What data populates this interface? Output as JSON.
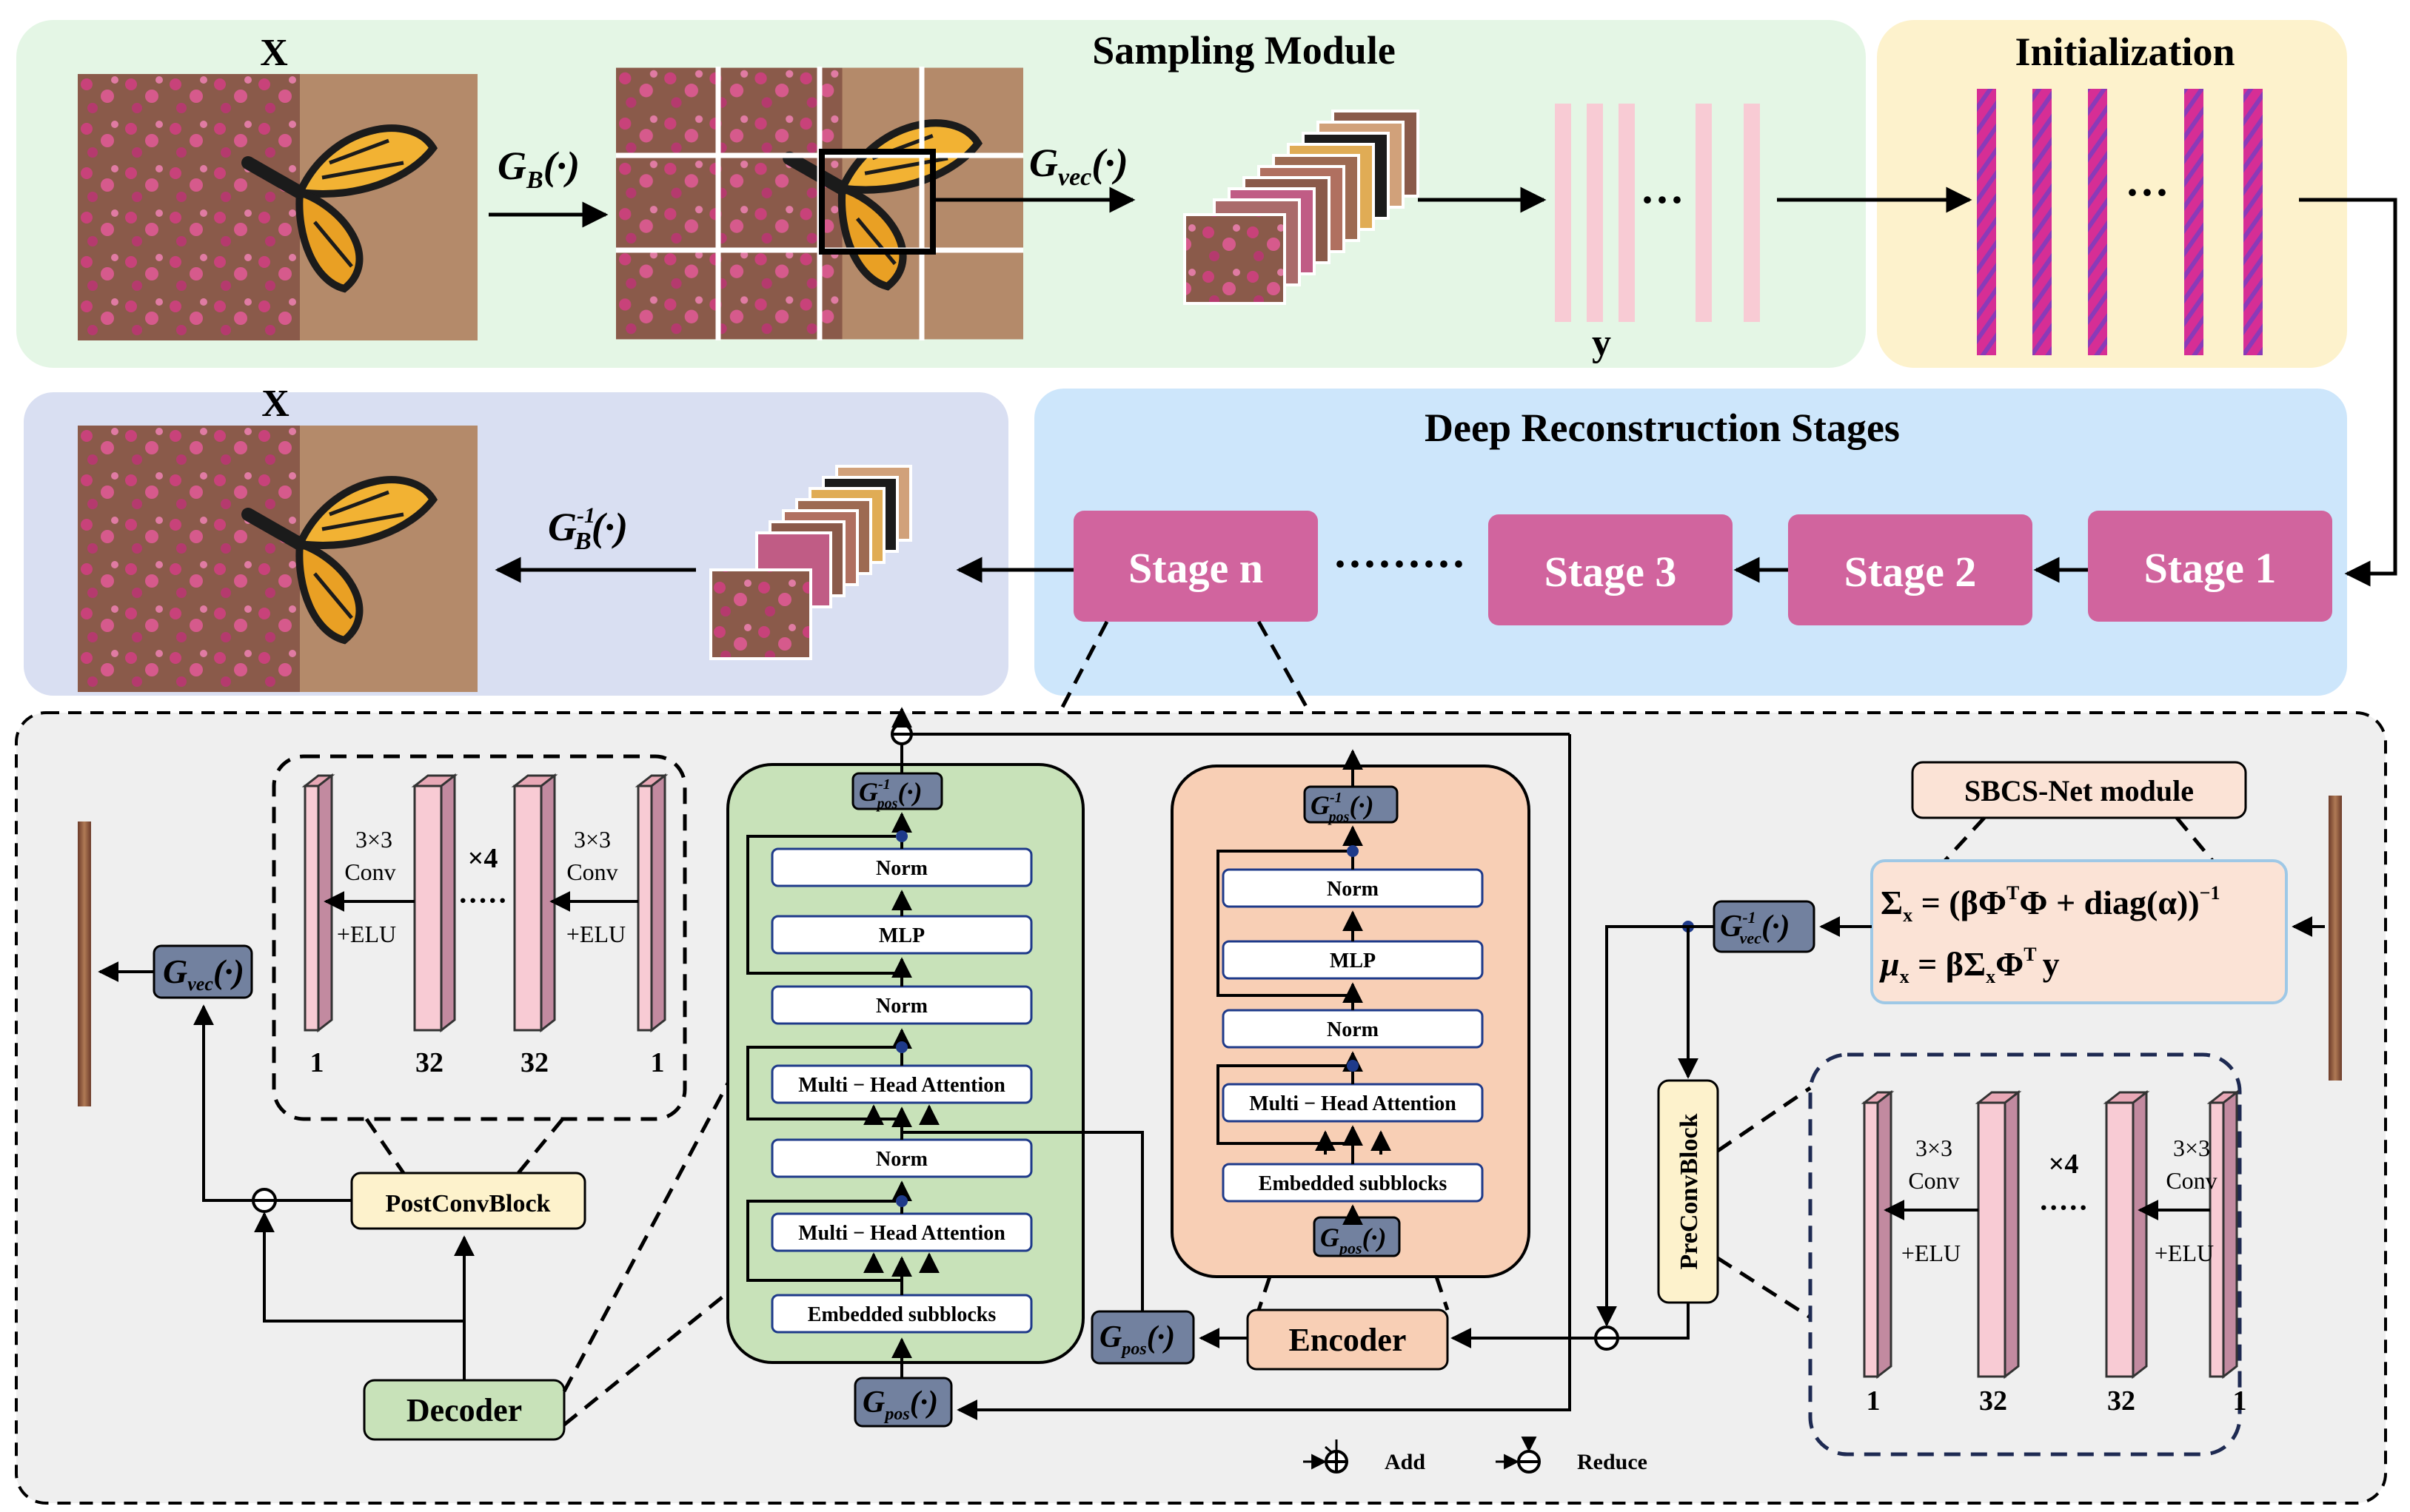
{
  "sampling": {
    "title": "Sampling Module",
    "x_label": "X",
    "gb": "G",
    "gb_sub": "B",
    "gb_arg": "(·)",
    "gvec": "G",
    "gvec_sub": "vec",
    "gvec_arg": "(·)",
    "y_label": "y",
    "dots": "···"
  },
  "init": {
    "title": "Initialization",
    "dots": "···"
  },
  "output": {
    "x_label": "X",
    "ginv": "G",
    "ginv_sub": "B",
    "ginv_sup": "-1",
    "ginv_arg": "(·)"
  },
  "recon": {
    "title": "Deep Reconstruction Stages",
    "stage_n": "Stage n",
    "stage_3": "Stage 3",
    "stage_2": "Stage 2",
    "stage_1": "Stage 1",
    "dots": "·········"
  },
  "postconv": {
    "conv": "3×3",
    "conv2": "Conv",
    "elu": "+ELU",
    "times": "×4",
    "dots": "·····",
    "ch": [
      "1",
      "32",
      "32",
      "1"
    ],
    "label": "PostConvBlock"
  },
  "decoder": {
    "label": "Decoder"
  },
  "gvec_left": {
    "g": "G",
    "sub": "vec",
    "arg": "(·)"
  },
  "green_block": {
    "top": "G",
    "top_sub": "pos",
    "top_sup": "-1",
    "top_arg": "(·)",
    "norm1": "Norm",
    "mlp": "MLP",
    "norm2": "Norm",
    "mha1": "Multi − Head  Attention",
    "norm3": "Norm",
    "mha2": "Multi − Head  Attention",
    "emb": "Embedded subblocks",
    "bottom": "G",
    "bottom_sub": "pos",
    "bottom_arg": "(·)"
  },
  "orange_block": {
    "top": "G",
    "top_sub": "pos",
    "top_sup": "-1",
    "top_arg": "(·)",
    "norm1": "Norm",
    "mlp": "MLP",
    "norm2": "Norm",
    "mha": "Multi − Head  Attention",
    "emb": "Embedded subblocks",
    "bottom": "G",
    "bottom_sub": "pos",
    "bottom_arg": "(·)"
  },
  "gpos_mid": {
    "g": "G",
    "sub": "pos",
    "arg": "(·)"
  },
  "encoder": {
    "label": "Encoder"
  },
  "sbcs": {
    "label": "SBCS-Net module",
    "eq1": "Σ",
    "eq1_sub": "x",
    "eq1_rest": " = (βΦ",
    "eq1_T": "T",
    "eq1_rest2": "Φ + diag(α))",
    "eq1_inv": "−1",
    "eq2": "μ",
    "eq2_sub": "x",
    "eq2_rest": " = βΣ",
    "eq2_sub2": "x",
    "eq2_rest2": "Φ",
    "eq2_T": "T",
    "eq2_rest3": "y"
  },
  "gvec_right": {
    "g": "G",
    "sub": "vec",
    "sup": "-1",
    "arg": "(·)"
  },
  "preconv": {
    "label": "PreConvBlock",
    "conv": "3×3",
    "conv2": "Conv",
    "elu": "+ELU",
    "times": "×4",
    "dots": "·····",
    "ch": [
      "1",
      "32",
      "32",
      "1"
    ]
  },
  "legend": {
    "add": "Add",
    "reduce": "Reduce"
  },
  "colors": {
    "green_bg": "#e4f6e5",
    "yellow_bg": "#fdf2cc",
    "blue_bg": "#cde6fb",
    "lavender_bg": "#d9dff2",
    "gray_bg": "#efefef",
    "stage": "#d1649e",
    "magenta": "#d62e95",
    "pink_bar": "#f8cbd4",
    "green_block": "#c8e2b9",
    "orange_block": "#f8cfb5",
    "gbox": "#72819f"
  }
}
